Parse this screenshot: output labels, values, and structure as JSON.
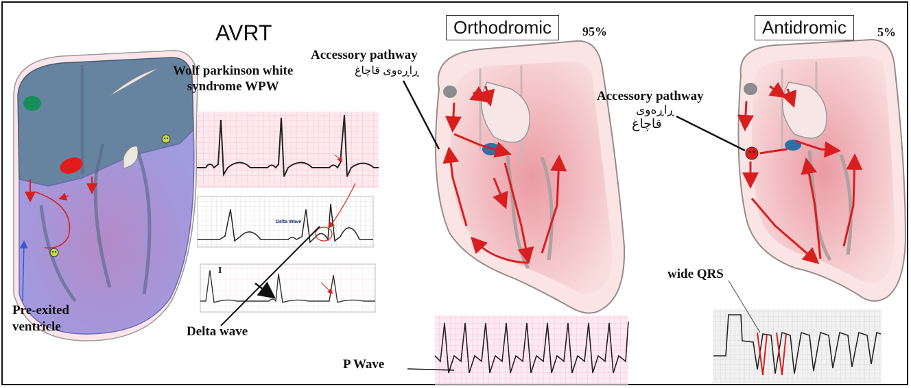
{
  "title": "AVRT",
  "wpw_label_line1": "Wolf parkinson white",
  "wpw_label_line2": "syndrome WPW",
  "orthodromic": {
    "label": "Orthodromic",
    "percent": "95%"
  },
  "antidromic": {
    "label": "Antidromic",
    "percent": "5%"
  },
  "accessory_pathway_ortho": {
    "label": "Accessory pathway",
    "kurdish": "ڕاڕەوی قاچاغ"
  },
  "accessory_pathway_anti": {
    "label": "Accessory pathway",
    "kurdish_line1": "ڕاڕەوی",
    "kurdish_line2": "قاچاغ"
  },
  "pre_exited_line1": "Pre-exited",
  "pre_exited_line2": "ventricle",
  "delta_wave": "Delta wave",
  "delta_wave_inset": "Delta Wave",
  "ecg_lead_label": "I",
  "p_wave": "P Wave",
  "wide_qrs": "wide QRS",
  "colors": {
    "conduction_red": "#d81e1e",
    "heart_pink": "#f4c2c4",
    "wpw_purple": "#9a96d8",
    "ecg_grid": "#f3b8c4"
  }
}
